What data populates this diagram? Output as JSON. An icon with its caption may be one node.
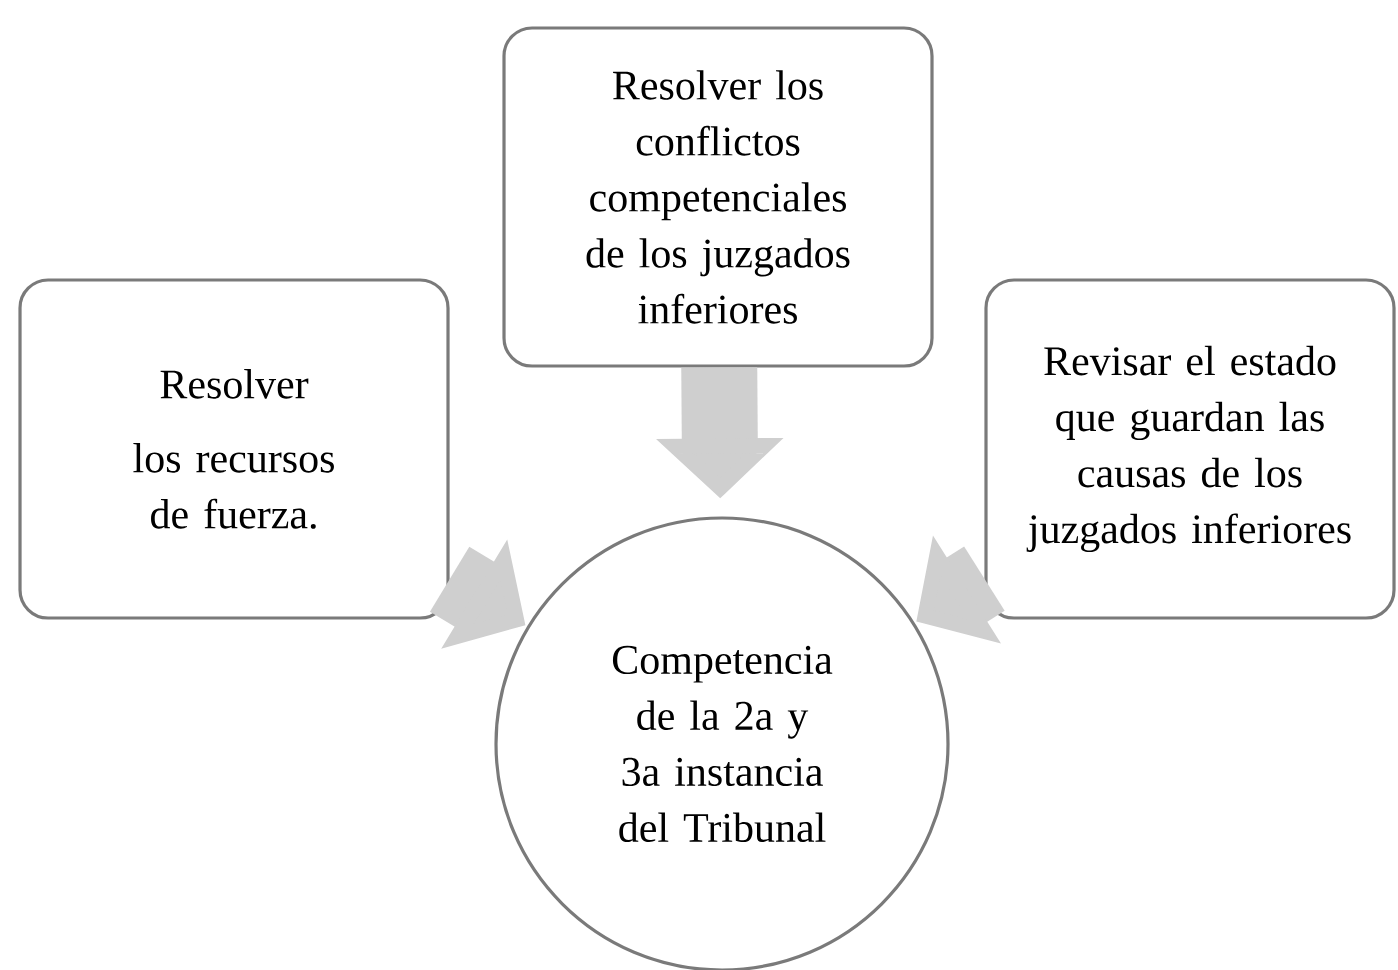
{
  "diagram": {
    "nodes": [
      {
        "text": [
          "Resolver los conflictos competenciales de los juzgados inferiores"
        ]
      },
      {
        "text": [
          "Resolver",
          "los recursos de fuerza."
        ]
      },
      {
        "text": [
          "Revisar el estado que guardan las causas de los juzgados inferiores"
        ]
      },
      {
        "text": [
          "Competencia de la 2a y 3a instancia del Tribunal"
        ]
      }
    ],
    "edges": [
      {
        "from": 0,
        "to": 3,
        "arrow": "to"
      },
      {
        "from": 1,
        "to": 3,
        "arrow": "to"
      },
      {
        "from": 2,
        "to": 3,
        "arrow": "to"
      }
    ]
  }
}
